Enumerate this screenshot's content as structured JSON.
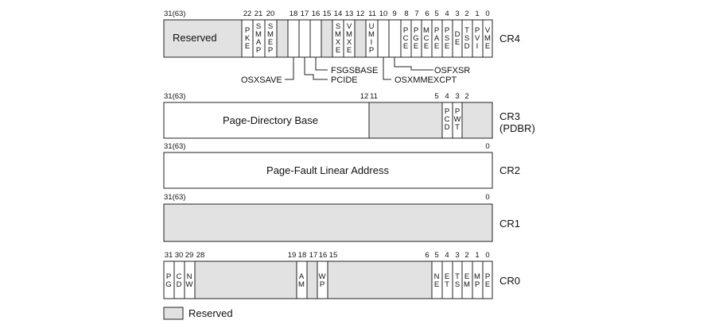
{
  "colors": {
    "reserved": "#e2e2e2",
    "field": "#ffffff",
    "stroke": "#222222"
  },
  "cr4": {
    "name": "CR4",
    "bit_hi_label": "31(63)",
    "bit_labels": [
      "22",
      "21",
      "20",
      "18",
      "17",
      "16",
      "15",
      "14",
      "13",
      "12",
      "11",
      "10",
      "9",
      "8",
      "7",
      "6",
      "5",
      "4",
      "3",
      "2",
      "1",
      "0"
    ],
    "reserved_label": "Reserved",
    "fields": [
      {
        "id": "pke",
        "letters": [
          "P",
          "K",
          "E"
        ]
      },
      {
        "id": "smap",
        "letters": [
          "S",
          "M",
          "A",
          "P"
        ]
      },
      {
        "id": "smep",
        "letters": [
          "S",
          "M",
          "E",
          "P"
        ]
      },
      {
        "id": "smxe",
        "letters": [
          "S",
          "M",
          "X",
          "E"
        ]
      },
      {
        "id": "vmxe",
        "letters": [
          "V",
          "M",
          "X",
          "E"
        ]
      },
      {
        "id": "umip",
        "letters": [
          "U",
          "M",
          "I",
          "P"
        ]
      },
      {
        "id": "pce",
        "letters": [
          "P",
          "C",
          "E"
        ]
      },
      {
        "id": "pge",
        "letters": [
          "P",
          "G",
          "E"
        ]
      },
      {
        "id": "mce",
        "letters": [
          "M",
          "C",
          "E"
        ]
      },
      {
        "id": "pae",
        "letters": [
          "P",
          "A",
          "E"
        ]
      },
      {
        "id": "pse",
        "letters": [
          "P",
          "S",
          "E"
        ]
      },
      {
        "id": "de",
        "letters": [
          "D",
          "E"
        ]
      },
      {
        "id": "tsd",
        "letters": [
          "T",
          "S",
          "D"
        ]
      },
      {
        "id": "pvi",
        "letters": [
          "P",
          "V",
          "I"
        ]
      },
      {
        "id": "vme",
        "letters": [
          "V",
          "M",
          "E"
        ]
      }
    ],
    "callouts": {
      "osxsave": "OSXSAVE",
      "pcide": "PCIDE",
      "fsgsbase": "FSGSBASE",
      "osfxsr": "OSFXSR",
      "osxmmexcpt": "OSXMMEXCPT"
    }
  },
  "cr3": {
    "name": "CR3",
    "subname": "(PDBR)",
    "bit_labels": [
      "31(63)",
      "12",
      "11",
      "5",
      "4",
      "3",
      "2"
    ],
    "base_label": "Page-Directory Base",
    "fields": [
      {
        "id": "pcd",
        "letters": [
          "P",
          "C",
          "D"
        ]
      },
      {
        "id": "pwt",
        "letters": [
          "P",
          "W",
          "T"
        ]
      }
    ]
  },
  "cr2": {
    "name": "CR2",
    "bit_labels": [
      "31(63)",
      "0"
    ],
    "label": "Page-Fault Linear Address"
  },
  "cr1": {
    "name": "CR1",
    "bit_labels": [
      "31(63)",
      "0"
    ]
  },
  "cr0": {
    "name": "CR0",
    "bit_labels": [
      "31",
      "30",
      "29",
      "28",
      "19",
      "18",
      "17",
      "16",
      "15",
      "6",
      "5",
      "4",
      "3",
      "2",
      "1",
      "0"
    ],
    "fields": [
      {
        "id": "pg",
        "letters": [
          "P",
          "G"
        ]
      },
      {
        "id": "cd",
        "letters": [
          "C",
          "D"
        ]
      },
      {
        "id": "nw",
        "letters": [
          "N",
          "W"
        ]
      },
      {
        "id": "am",
        "letters": [
          "A",
          "M"
        ]
      },
      {
        "id": "wp",
        "letters": [
          "W",
          "P"
        ]
      },
      {
        "id": "ne",
        "letters": [
          "N",
          "E"
        ]
      },
      {
        "id": "et",
        "letters": [
          "E",
          "T"
        ]
      },
      {
        "id": "ts",
        "letters": [
          "T",
          "S"
        ]
      },
      {
        "id": "em",
        "letters": [
          "E",
          "M"
        ]
      },
      {
        "id": "mp",
        "letters": [
          "M",
          "P"
        ]
      },
      {
        "id": "pe",
        "letters": [
          "P",
          "E"
        ]
      }
    ]
  },
  "legend": {
    "label": "Reserved"
  }
}
